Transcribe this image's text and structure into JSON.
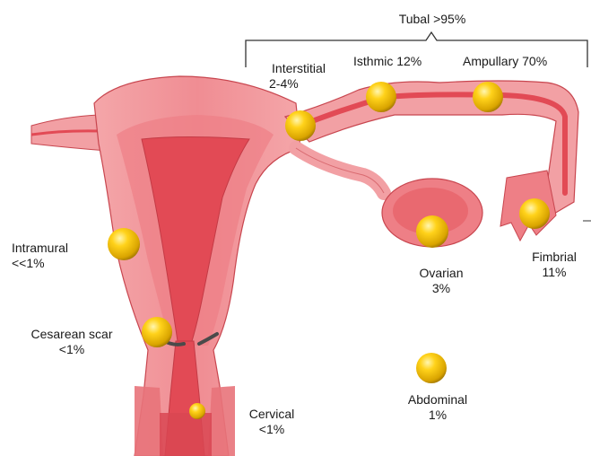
{
  "tubal_header": "Tubal >95%",
  "sites": {
    "interstitial": {
      "name": "Interstitial",
      "pct": "2-4%"
    },
    "isthmic": {
      "text": "Isthmic 12%"
    },
    "ampullary": {
      "text": "Ampullary 70%"
    },
    "intramural": {
      "name": "Intramural",
      "pct": "<<1%"
    },
    "ovarian": {
      "name": "Ovarian",
      "pct": "3%"
    },
    "fimbrial": {
      "name": "Fimbrial",
      "pct": "11%"
    },
    "cesarean": {
      "name": "Cesarean scar",
      "pct": "<1%"
    },
    "abdominal": {
      "name": "Abdominal",
      "pct": "1%"
    },
    "cervical": {
      "name": "Cervical",
      "pct": "<1%"
    }
  },
  "colors": {
    "tissue_outer": "#f29a9e",
    "tissue_mid": "#ee7f86",
    "tissue_inner": "#e24a55",
    "tissue_edge": "#c8464f",
    "marker": "#f2c200",
    "marker_highlight": "#fff3a0",
    "scar_line": "#4a4a4a"
  }
}
